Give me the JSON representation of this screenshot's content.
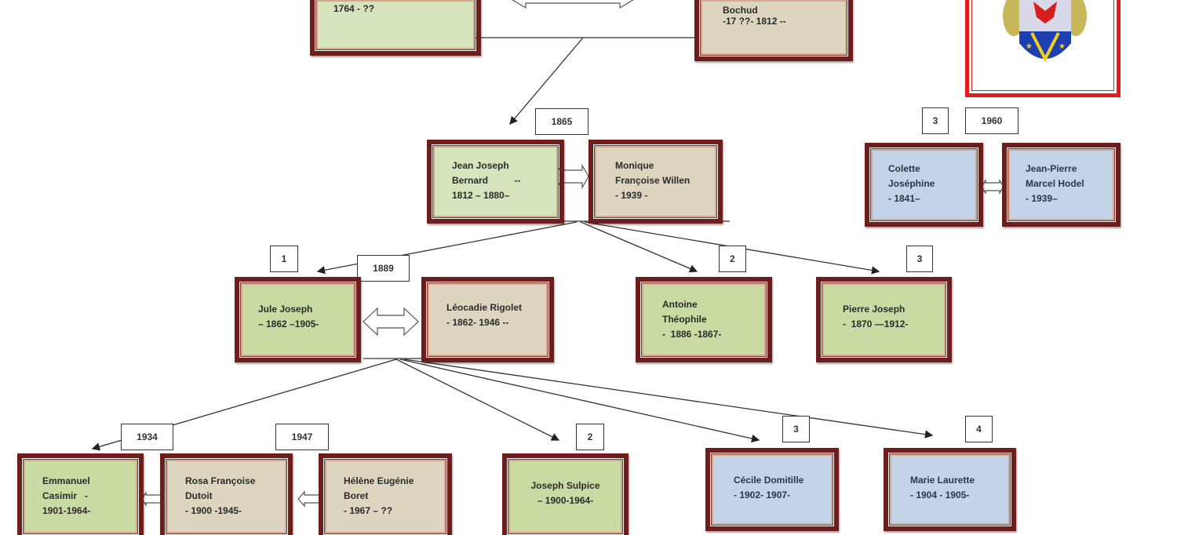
{
  "gen1": {
    "left": {
      "lines": [
        "1764 - ??"
      ]
    },
    "right": {
      "lines": [
        "Bochud",
        "-17 ??- 1812 --"
      ]
    }
  },
  "gen2": {
    "marriage_year": "1865",
    "husband": {
      "lines": [
        "Jean Joseph",
        "Bernard          --",
        "1812 – 1880–"
      ]
    },
    "wife": {
      "lines": [
        "Monique",
        "Françoise Willen",
        "- 1939 -"
      ]
    }
  },
  "side_couple": {
    "order": "3",
    "marriage_year": "1960",
    "left": {
      "lines": [
        "Colette",
        "Joséphine",
        "- 1841–"
      ]
    },
    "right": {
      "lines": [
        "Jean-Pierre",
        "Marcel Hodel",
        "- 1939–"
      ]
    }
  },
  "gen3": {
    "marriage_year": "1889",
    "children": [
      {
        "order": "1",
        "lines": [
          "Jule Joseph",
          "– 1862 –1905-"
        ]
      },
      {
        "order": "2",
        "lines": [
          "Antoine",
          "Théophile",
          "-  1886 -1867-"
        ]
      },
      {
        "order": "3",
        "lines": [
          "Pierre Joseph",
          "-  1870 —1912-"
        ]
      }
    ],
    "spouse": {
      "lines": [
        "Léocadie Rigolet",
        "- 1862- 1946 --"
      ]
    }
  },
  "gen4": {
    "marriage_year_1": "1934",
    "marriage_year_2": "1947",
    "emmanuel": {
      "lines": [
        "Emmanuel",
        "Casimir   -",
        "1901-1964-"
      ]
    },
    "rosa": {
      "lines": [
        "Rosa Françoise",
        "Dutoit",
        "- 1900 -1945-"
      ]
    },
    "helene": {
      "lines": [
        "Hélène Eugénie",
        "Boret",
        "- 1967 – ??"
      ]
    },
    "joseph": {
      "order": "2",
      "lines": [
        "Joseph Sulpice",
        "– 1900-1964-"
      ]
    },
    "cecile": {
      "order": "3",
      "lines": [
        "Cécile Domitille",
        "- 1902- 1907-"
      ]
    },
    "marie": {
      "order": "4",
      "lines": [
        "Marie Laurette",
        "- 1904 - 1905-"
      ]
    }
  },
  "colors": {
    "border": "#6d1e1c",
    "green": "#c9dba3",
    "tan": "#ddd5bf",
    "blue": "#c3d3e8",
    "crest_frame": "#e51b1b"
  }
}
